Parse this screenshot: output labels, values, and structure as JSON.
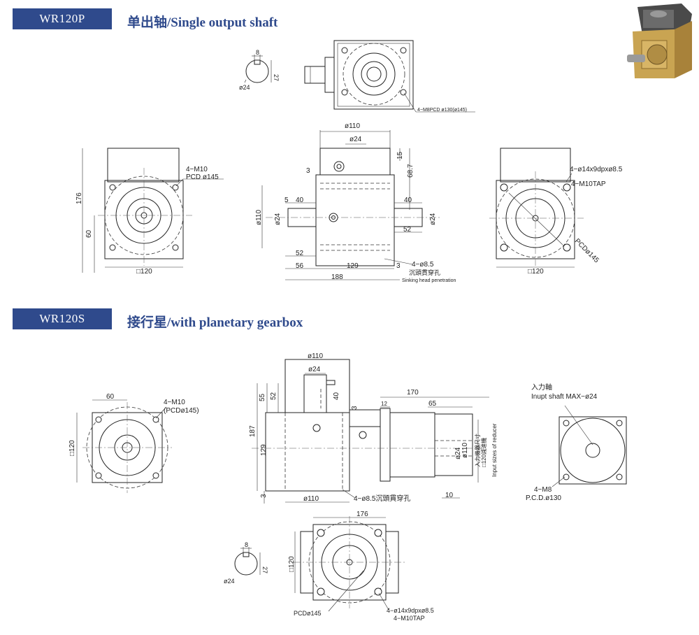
{
  "sections": {
    "p": {
      "badge": "WR120P",
      "title": "单出轴/Single output shaft"
    },
    "s": {
      "badge": "WR120S",
      "title": "接行星/with planetary gearbox"
    }
  },
  "top": {
    "key_w": "8",
    "key_h": "27",
    "key_d": "ø24",
    "pcd_note": "4−M8PCD ø130(ø145)",
    "left_m10": "4−M10",
    "left_pcd": "PCD ø145",
    "left_176": "176",
    "left_60": "60",
    "left_sq": "□120",
    "mid_d110": "ø110",
    "mid_d24": "ø24",
    "mid_15": "15",
    "mid_687": "68.7",
    "mid_3": "3",
    "mid_5": "5",
    "mid_40l": "40",
    "mid_40r": "40",
    "mid_110v": "ø110",
    "mid_24l": "ø24",
    "mid_24r": "ø24",
    "mid_52a": "52",
    "mid_52b": "52",
    "mid_56": "56",
    "mid_129": "129",
    "mid_3b": "3",
    "mid_188": "188",
    "mid_hole": "4−ø8.5",
    "mid_hole_cn": "沉頭貫穿孔",
    "mid_hole_en": "Sinking head penetration",
    "right_note": "4−ø14x9dpxø8.5",
    "right_tap": "4−M10TAP",
    "right_pcd": "PCDø145",
    "right_sq": "□120"
  },
  "bottom": {
    "left_60": "60",
    "left_m10": "4−M10",
    "left_pcd": "(PCDø145)",
    "left_sq": "□120",
    "mid_d110": "ø110",
    "mid_d24": "ø24",
    "mid_55": "55",
    "mid_52": "52",
    "mid_40": "40",
    "mid_3": "3",
    "mid_187": "187",
    "mid_129": "129",
    "mid_3b": "3",
    "mid_d110b": "ø110",
    "mid_hole": "4−ø8.5沉頭貫穿孔",
    "mid_170": "170",
    "mid_12": "12",
    "mid_65": "65",
    "mid_d110c": "ø110",
    "mid_d24c": "ø24",
    "mid_10": "10",
    "mid_cn1": "入力機器尺寸",
    "mid_cn2": "□120減速機",
    "mid_en": "Input sizes of reducer",
    "right_cn": "入力軸",
    "right_en": "Inupt shaft MAX−ø24",
    "right_m8": "4−M8",
    "right_pcd": "P.C.D.ø130",
    "btm_176": "176",
    "btm_120": "□120",
    "btm_pcd": "PCDø145",
    "btm_note": "4−ø14x9dpxø8.5",
    "btm_tap": "4−M10TAP",
    "key_w": "8",
    "key_h": "27",
    "key_d": "ø24"
  }
}
